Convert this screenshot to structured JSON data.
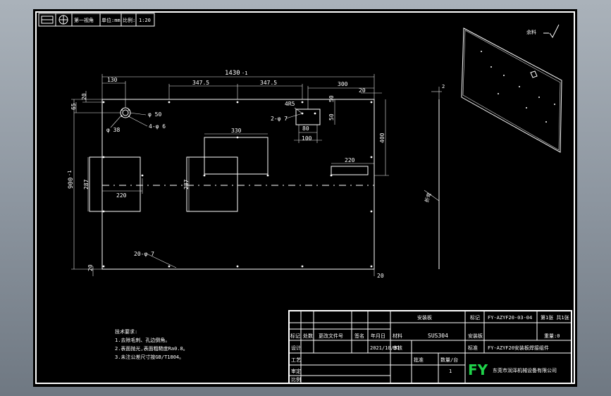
{
  "titlebar": {
    "icon_left": "rect-symbol-icon",
    "icon_circle": "projection-circle-icon",
    "view_label": "第一视角",
    "scale_label_prefix": "比例:",
    "scale_value": "1:20",
    "unit_label": "单位:mm"
  },
  "dimensions": {
    "overall_width": "1430",
    "overall_width_tol": "-1",
    "overall_height": "900",
    "overall_height_tol": "-1",
    "d130": "130",
    "d347_5_a": "347.5",
    "d347_5_b": "347.5",
    "d300": "300",
    "d20_top_right": "20",
    "d20_top_left": "20",
    "d65": "65",
    "d50_hole": "φ 50",
    "d4_6": "4-φ 6",
    "d38": "φ 38",
    "d330": "330",
    "dR5": "4R5",
    "d2_7": "2-φ 7",
    "d80": "80",
    "d100": "100",
    "d50_a": "50",
    "d50_b": "50",
    "d400": "400",
    "d220_right": "220",
    "d287_left": "287",
    "d287_mid": "287",
    "d220_left": "220",
    "d20_7": "20-φ 7",
    "d20_bottom_left": "20",
    "d20_bottom_right": "20",
    "side_thickness": "2"
  },
  "side_note": "折弯",
  "iso_note": "余料",
  "tech_notes": {
    "title": "技术要求:",
    "items": [
      "1.去除毛刺、孔边倒角。",
      "2.表面抛光,表面粗糙度Ra0.8。",
      "3.未注公差尺寸按GB/T1804。"
    ]
  },
  "title_block": {
    "drawing_no": "FY-AZYF20-03-04",
    "material": "SUS304",
    "material_label": "材料",
    "name": "安装板",
    "part_name_full": "FY-AZYF20安装板焊接组件",
    "date": "2021/10/31",
    "sheet_label": "第1张 共1张",
    "weight_label": "重量:0",
    "qty_label": "数量/台",
    "qty_value": "1",
    "scale_label": "比例",
    "header_mark": "标记",
    "header_count": "处数",
    "header_change": "更改文件号",
    "header_sign": "签名",
    "header_date": "年月日",
    "row_design": "设计",
    "row_check": "审核",
    "row_standard": "标准",
    "row_process": "工艺",
    "row_approve": "批准",
    "row_review": "审定",
    "logo": "FY",
    "company": "东莞市润泽机械设备有限公司"
  }
}
